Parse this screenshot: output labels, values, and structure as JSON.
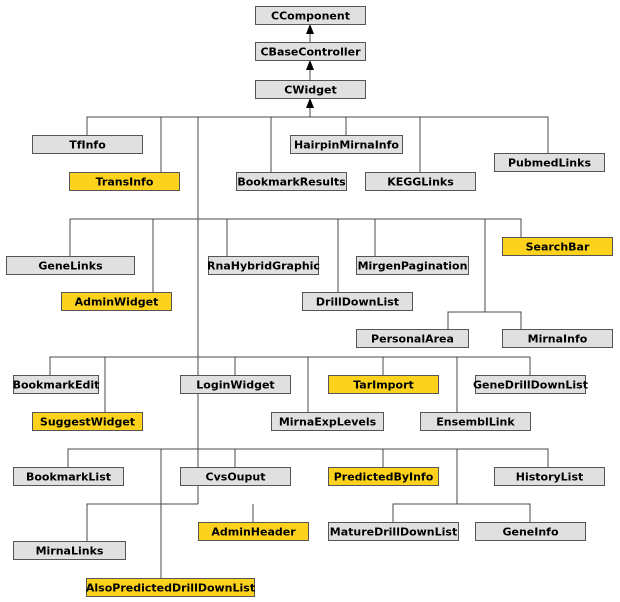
{
  "colors": {
    "normal": "#e0e0e0",
    "highlight": "#fcd21c",
    "border": "#555555"
  },
  "nodes": {
    "ccomponent": {
      "label": "CComponent",
      "highlight": false
    },
    "cbasecontroller": {
      "label": "CBaseController",
      "highlight": false
    },
    "cwidget": {
      "label": "CWidget",
      "highlight": false
    },
    "tfinfo": {
      "label": "TfInfo",
      "highlight": false
    },
    "hairpinmirnainfo": {
      "label": "HairpinMirnaInfo",
      "highlight": false
    },
    "pubmedlinks": {
      "label": "PubmedLinks",
      "highlight": false
    },
    "transinfo": {
      "label": "TransInfo",
      "highlight": true
    },
    "bookmarkresults": {
      "label": "BookmarkResults",
      "highlight": false
    },
    "kegglinks": {
      "label": "KEGGLinks",
      "highlight": false
    },
    "searchbar": {
      "label": "SearchBar",
      "highlight": true
    },
    "genelinks": {
      "label": "GeneLinks",
      "highlight": false
    },
    "rnahybridgraphic": {
      "label": "RnaHybridGraphic",
      "highlight": false
    },
    "mirgenpagination": {
      "label": "MirgenPagination",
      "highlight": false
    },
    "adminwidget": {
      "label": "AdminWidget",
      "highlight": true
    },
    "drilldownlist": {
      "label": "DrillDownList",
      "highlight": false
    },
    "personalarea": {
      "label": "PersonalArea",
      "highlight": false
    },
    "mirnainfo": {
      "label": "MirnaInfo",
      "highlight": false
    },
    "bookmarkedit": {
      "label": "BookmarkEdit",
      "highlight": false
    },
    "loginwidget": {
      "label": "LoginWidget",
      "highlight": false
    },
    "tarimport": {
      "label": "TarImport",
      "highlight": true
    },
    "genedrilldownlist": {
      "label": "GeneDrillDownList",
      "highlight": false
    },
    "suggestwidget": {
      "label": "SuggestWidget",
      "highlight": true
    },
    "mirnaexplevels": {
      "label": "MirnaExpLevels",
      "highlight": false
    },
    "ensembllink": {
      "label": "EnsemblLink",
      "highlight": false
    },
    "bookmarklist": {
      "label": "BookmarkList",
      "highlight": false
    },
    "cvsouput": {
      "label": "CvsOuput",
      "highlight": false
    },
    "predictedbyinfo": {
      "label": "PredictedByInfo",
      "highlight": true
    },
    "historylist": {
      "label": "HistoryList",
      "highlight": false
    },
    "adminheader": {
      "label": "AdminHeader",
      "highlight": true
    },
    "maturedrilldownlist": {
      "label": "MatureDrillDownList",
      "highlight": false
    },
    "geneinfo": {
      "label": "GeneInfo",
      "highlight": false
    },
    "mirnalinks": {
      "label": "MirnaLinks",
      "highlight": false
    },
    "alsopredicteddrilldownlist": {
      "label": "AlsoPredictedDrillDownList",
      "highlight": true
    }
  },
  "edges": [
    {
      "from": "cbasecontroller",
      "to": "ccomponent"
    },
    {
      "from": "cwidget",
      "to": "cbasecontroller"
    },
    {
      "from": "tfinfo",
      "to": "cwidget"
    },
    {
      "from": "transinfo",
      "to": "cwidget"
    },
    {
      "from": "bookmarkresults",
      "to": "cwidget"
    },
    {
      "from": "hairpinmirnainfo",
      "to": "cwidget"
    },
    {
      "from": "kegglinks",
      "to": "cwidget"
    },
    {
      "from": "pubmedlinks",
      "to": "cwidget"
    },
    {
      "from": "genelinks",
      "to": "cwidget"
    },
    {
      "from": "adminwidget",
      "to": "cwidget"
    },
    {
      "from": "rnahybridgraphic",
      "to": "cwidget"
    },
    {
      "from": "drilldownlist",
      "to": "cwidget"
    },
    {
      "from": "mirgenpagination",
      "to": "cwidget"
    },
    {
      "from": "personalarea",
      "to": "cwidget"
    },
    {
      "from": "mirnainfo",
      "to": "cwidget"
    },
    {
      "from": "searchbar",
      "to": "cwidget"
    },
    {
      "from": "bookmarkedit",
      "to": "cwidget"
    },
    {
      "from": "suggestwidget",
      "to": "cwidget"
    },
    {
      "from": "loginwidget",
      "to": "cwidget"
    },
    {
      "from": "mirnaexplevels",
      "to": "cwidget"
    },
    {
      "from": "tarimport",
      "to": "cwidget"
    },
    {
      "from": "ensembllink",
      "to": "cwidget"
    },
    {
      "from": "genedrilldownlist",
      "to": "cwidget"
    },
    {
      "from": "bookmarklist",
      "to": "cwidget"
    },
    {
      "from": "cvsouput",
      "to": "cwidget"
    },
    {
      "from": "predictedbyinfo",
      "to": "cwidget"
    },
    {
      "from": "historylist",
      "to": "cwidget"
    },
    {
      "from": "mirnalinks",
      "to": "cwidget"
    },
    {
      "from": "adminheader",
      "to": "cwidget"
    },
    {
      "from": "alsopredicteddrilldownlist",
      "to": "cwidget"
    },
    {
      "from": "maturedrilldownlist",
      "to": "cwidget"
    },
    {
      "from": "geneinfo",
      "to": "cwidget"
    }
  ]
}
